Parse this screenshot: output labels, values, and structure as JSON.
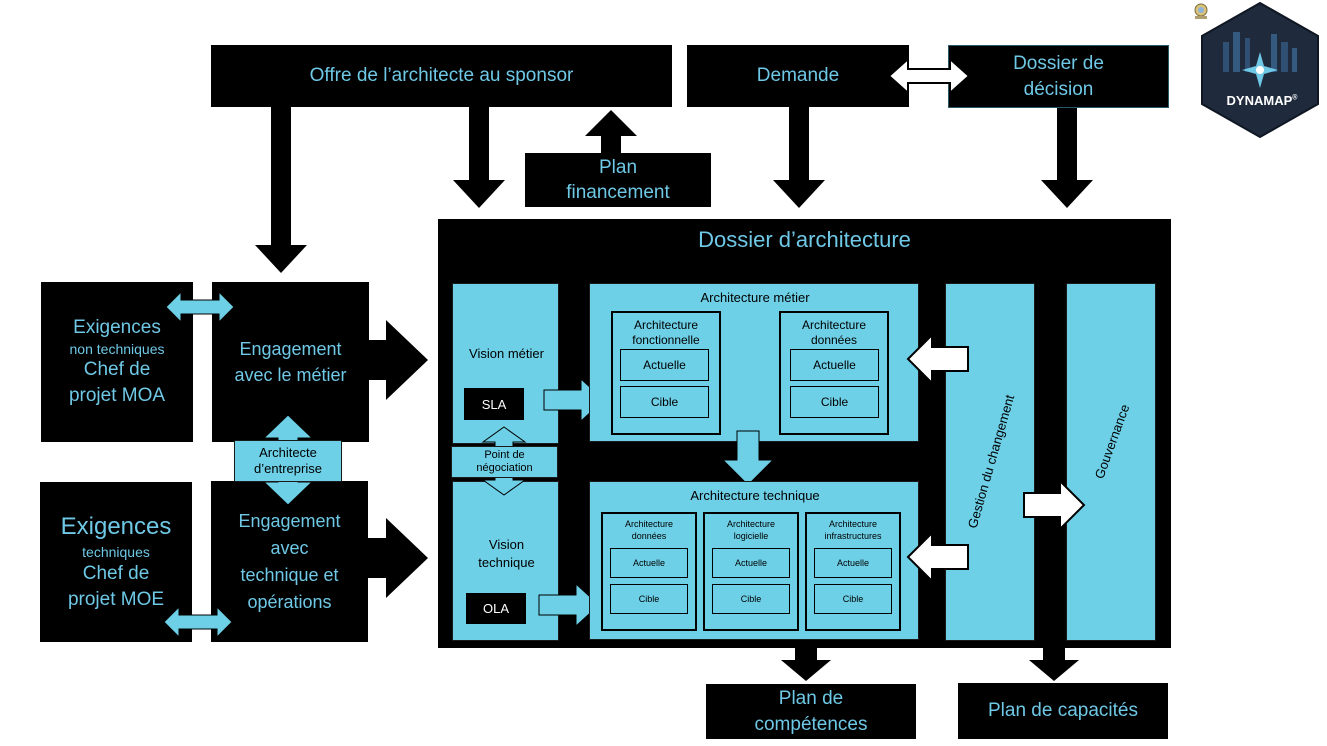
{
  "top": {
    "offre": "Offre de l’architecte au sponsor",
    "demande": "Demande",
    "dossier_decision_1": "Dossier de",
    "dossier_decision_2": "décision",
    "plan_fin_1": "Plan",
    "plan_fin_2": "financement"
  },
  "left": {
    "exig_nt_1": "Exigences",
    "exig_nt_2": "non techniques",
    "exig_nt_3": "Chef de",
    "exig_nt_4": "projet MOA",
    "engage_metier_1": "Engagement",
    "engage_metier_2": "avec le métier",
    "archi_entreprise_1": "Architecte",
    "archi_entreprise_2": "d’entreprise",
    "exig_t_1": "Exigences",
    "exig_t_2": "techniques",
    "exig_t_3": "Chef de",
    "exig_t_4": "projet MOE",
    "engage_tech_1": "Engagement",
    "engage_tech_2": "avec",
    "engage_tech_3": "technique et",
    "engage_tech_4": "opérations"
  },
  "dossier": {
    "title": "Dossier d’architecture",
    "vision_metier": "Vision métier",
    "sla": "SLA",
    "point_neg_1": "Point de",
    "point_neg_2": "négociation",
    "vision_tech_1": "Vision",
    "vision_tech_2": "technique",
    "ola": "OLA",
    "archi_metier": "Architecture métier",
    "af_1": "Architecture",
    "af_2": "fonctionnelle",
    "ad_1": "Architecture",
    "ad_2": "données",
    "actuelle": "Actuelle",
    "cible": "Cible",
    "archi_tech": "Architecture technique",
    "t_ad_1": "Architecture",
    "t_ad_2": "données",
    "t_al_1": "Architecture",
    "t_al_2": "logicielle",
    "t_ai_1": "Architecture",
    "t_ai_2": "infrastructures",
    "gestion": "Gestion du changement",
    "gouvernance": "Gouvernance"
  },
  "bottom": {
    "competences_1": "Plan de",
    "competences_2": "compétences",
    "capacites": "Plan de capacités"
  },
  "logo": {
    "text": "DYNAMAP",
    "reg": "®"
  },
  "colors": {
    "cyan": "#6dd0e7",
    "black": "#000000",
    "text_cyan": "#6ec8e6",
    "logo_bg": "#1f2a3c"
  }
}
